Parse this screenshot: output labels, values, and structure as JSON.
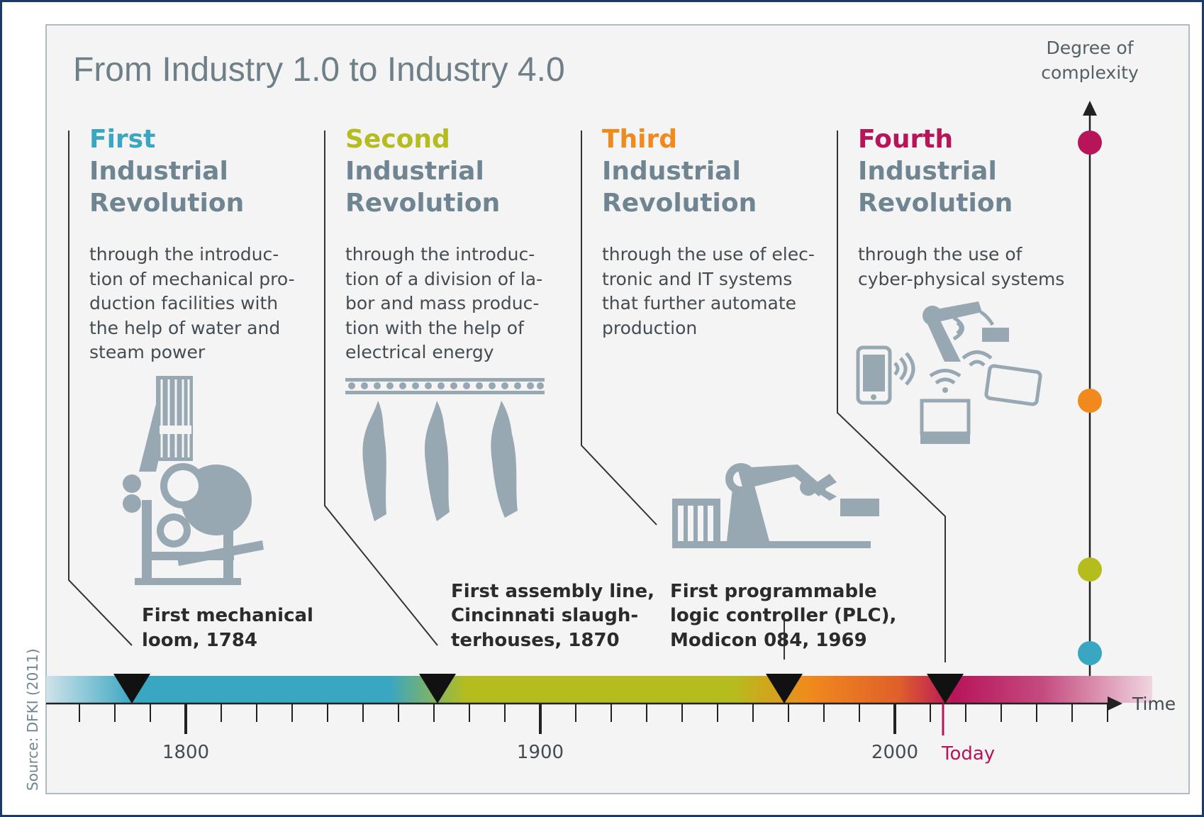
{
  "title": "From Industry 1.0 to Industry 4.0",
  "source": "Source: DFKI (2011)",
  "y_axis_label": [
    "Degree of",
    "complexity"
  ],
  "x_axis_label": "Time",
  "colors": {
    "first": "#39a6c2",
    "second": "#b5bd1e",
    "third": "#f08a1c",
    "fourth": "#b8145a",
    "text_gray": "#6f8591",
    "icon_gray": "#97a8b3",
    "frame_blue": "#1c3a66"
  },
  "revolutions": [
    {
      "ordinal": "First",
      "line1": "Industrial",
      "line2": "Revolution",
      "desc": [
        "through the introduc-",
        "tion of mechanical pro-",
        "duction facilities with",
        "the help of water and",
        "steam power"
      ],
      "milestone": [
        "First mechanical",
        "loom, 1784"
      ],
      "icon": "mechanical-loom-icon"
    },
    {
      "ordinal": "Second",
      "line1": "Industrial",
      "line2": "Revolution",
      "desc": [
        "through the introduc-",
        "tion of a division of la-",
        "bor and mass produc-",
        "tion with the help of",
        "electrical energy"
      ],
      "milestone": [
        "First assembly line,",
        "Cincinnati slaugh-",
        "terhouses, 1870"
      ],
      "icon": "assembly-line-icon"
    },
    {
      "ordinal": "Third",
      "line1": "Industrial",
      "line2": "Revolution",
      "desc": [
        "through the use of elec-",
        "tronic and IT systems",
        "that further automate",
        "production"
      ],
      "milestone": [
        "First programmable",
        "logic controller (PLC),",
        "Modicon 084, 1969"
      ],
      "icon": "industrial-robot-icon"
    },
    {
      "ordinal": "Fourth",
      "line1": "Industrial",
      "line2": "Revolution",
      "desc": [
        "through the use of",
        "cyber-physical systems"
      ],
      "milestone": [],
      "icon": "cyber-physical-icon"
    }
  ],
  "axis_years": [
    "1800",
    "1900",
    "2000"
  ],
  "today_label": "Today"
}
